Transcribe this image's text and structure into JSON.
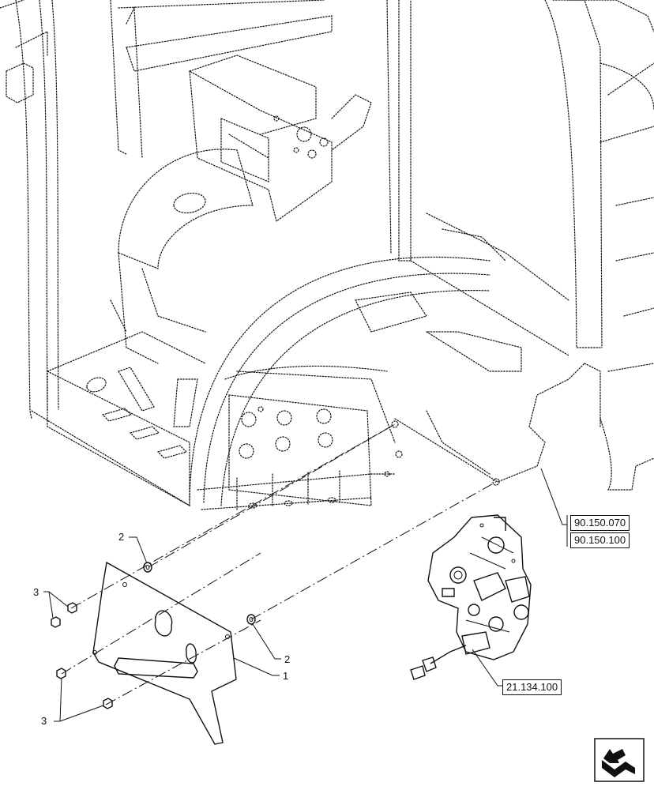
{
  "callouts": {
    "part_1": "1",
    "part_2_top": "2",
    "part_2_bottom": "2",
    "part_3_top": "3",
    "part_3_bottom": "3"
  },
  "references": {
    "ref_a": "90.150.070",
    "ref_b": "90.150.100",
    "ref_c": "21.134.100"
  },
  "icons": {
    "navigation": "next-page-arrow-icon"
  }
}
